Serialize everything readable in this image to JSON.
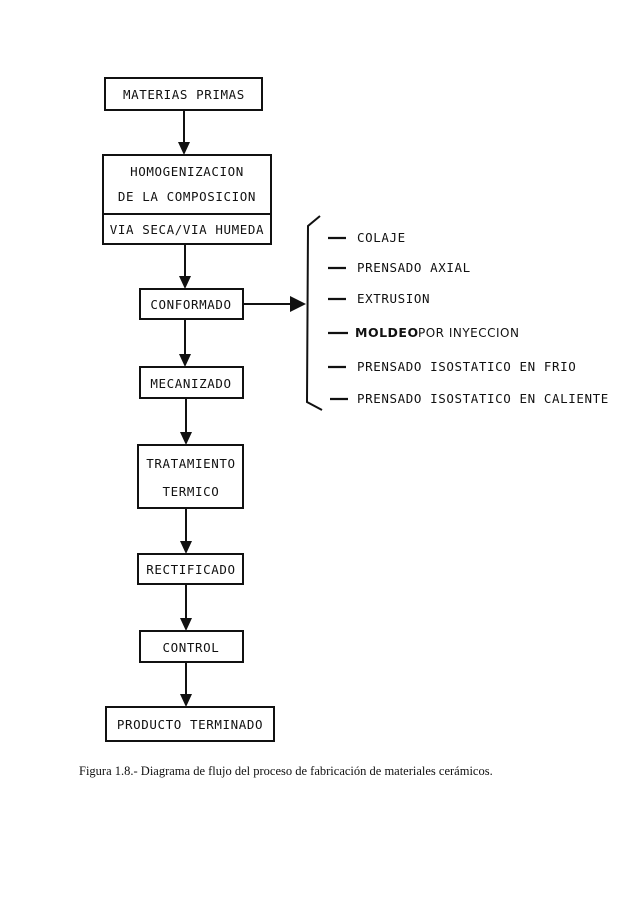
{
  "flow": {
    "materias_primas": "MATERIAS PRIMAS",
    "homog_line1": "HOMOGENIZACION",
    "homog_line2": "DE LA COMPOSICION",
    "via": "VIA SECA/VIA HUMEDA",
    "conformado": "CONFORMADO",
    "mecanizado": "MECANIZADO",
    "tratamiento_line1": "TRATAMIENTO",
    "tratamiento_line2": "TERMICO",
    "rectificado": "RECTIFICADO",
    "control": "CONTROL",
    "producto": "PRODUCTO TERMINADO"
  },
  "methods": {
    "colaje": "COLAJE",
    "prensado_axial": "PRENSADO AXIAL",
    "extrusion": "EXTRUSION",
    "moldeo_word1": "MOLDEO",
    "moldeo_word2": "POR INYECCION",
    "isostatico_frio": "PRENSADO ISOSTATICO EN FRIO",
    "isostatico_caliente": "PRENSADO ISOSTATICO EN CALIENTE"
  },
  "caption": "Figura 1.8.- Diagrama de flujo del proceso de fabricación de materiales cerámicos."
}
